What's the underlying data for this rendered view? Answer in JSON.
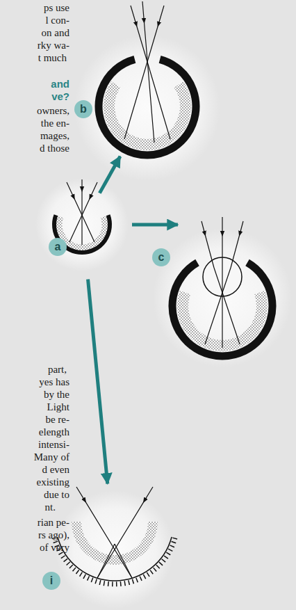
{
  "diagram": {
    "nodes": [
      {
        "text": [
          "b"
        ]
      },
      {
        "text": [
          "a"
        ]
      },
      {
        "text": [
          "c"
        ]
      },
      {
        "text": [
          "i"
        ]
      }
    ],
    "edges": [
      {
        "from": 1,
        "to": 0,
        "arrow": "to"
      },
      {
        "from": 1,
        "to": 2,
        "arrow": "to"
      },
      {
        "from": 1,
        "to": 3,
        "arrow": "to"
      }
    ],
    "labels": [
      "ps use",
      "l con-",
      "on and",
      "rky wa-",
      "t much",
      "and",
      "ve?",
      "owners,",
      "the en-",
      "mages,",
      "d those",
      "part,",
      "yes has",
      "by the",
      "Light",
      "be re-",
      "elength",
      "intensi-",
      "Many of",
      "d even",
      "existing",
      "due to",
      "nt.",
      "rian pe-",
      "rs ago),",
      "of very"
    ]
  }
}
